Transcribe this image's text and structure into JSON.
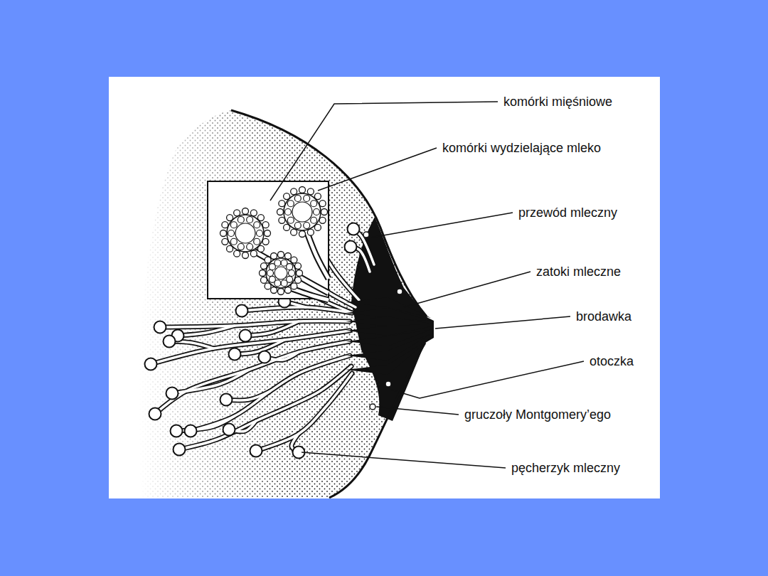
{
  "diagram": {
    "labels": [
      "komórki mięśniowe",
      "komórki wydzielające mleko",
      "przewód mleczny",
      "zatoki mleczne",
      "brodawka",
      "otoczka",
      "gruczoły Montgomery’ego",
      "pęcherzyk mleczny"
    ]
  }
}
